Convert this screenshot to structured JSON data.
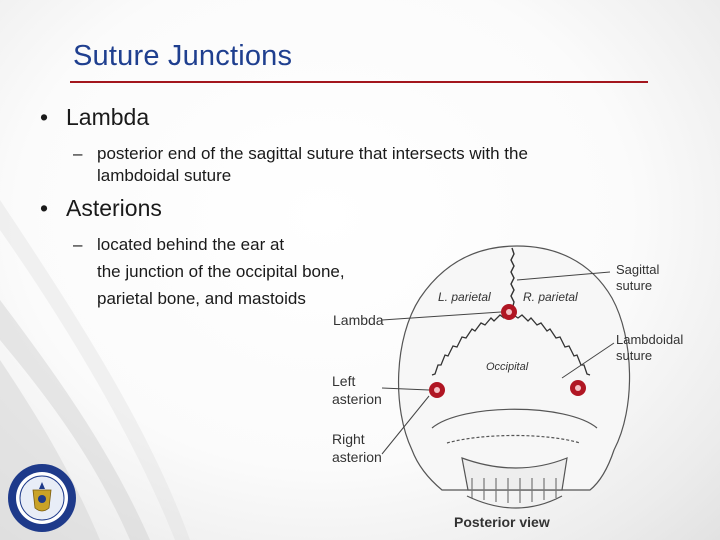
{
  "slide": {
    "title": "Suture Junctions",
    "bullets": [
      {
        "heading": "Lambda",
        "sub": [
          "posterior end of the sagittal suture that intersects with the",
          "lambdoidal suture"
        ]
      },
      {
        "heading": "Asterions",
        "sub": [
          "located behind the ear at",
          "the junction of the occipital bone,",
          "parietal bone, and mastoids"
        ]
      }
    ]
  },
  "figure": {
    "labels": {
      "l_parietal": "L. parietal",
      "r_parietal": "R. parietal",
      "occipital": "Occipital",
      "sagittal_1": "Sagittal",
      "sagittal_2": "suture",
      "lambda": "Lambda",
      "lambdoidal_1": "Lambdoidal",
      "lambdoidal_2": "suture",
      "left_asterion_1": "Left",
      "left_asterion_2": "asterion",
      "right_asterion_1": "Right",
      "right_asterion_2": "asterion",
      "caption": "Posterior view"
    }
  },
  "colors": {
    "title": "#1f3f8f",
    "rule": "#a3161d",
    "marker": "#b01623",
    "logo_ring": "#1e3a8a"
  }
}
